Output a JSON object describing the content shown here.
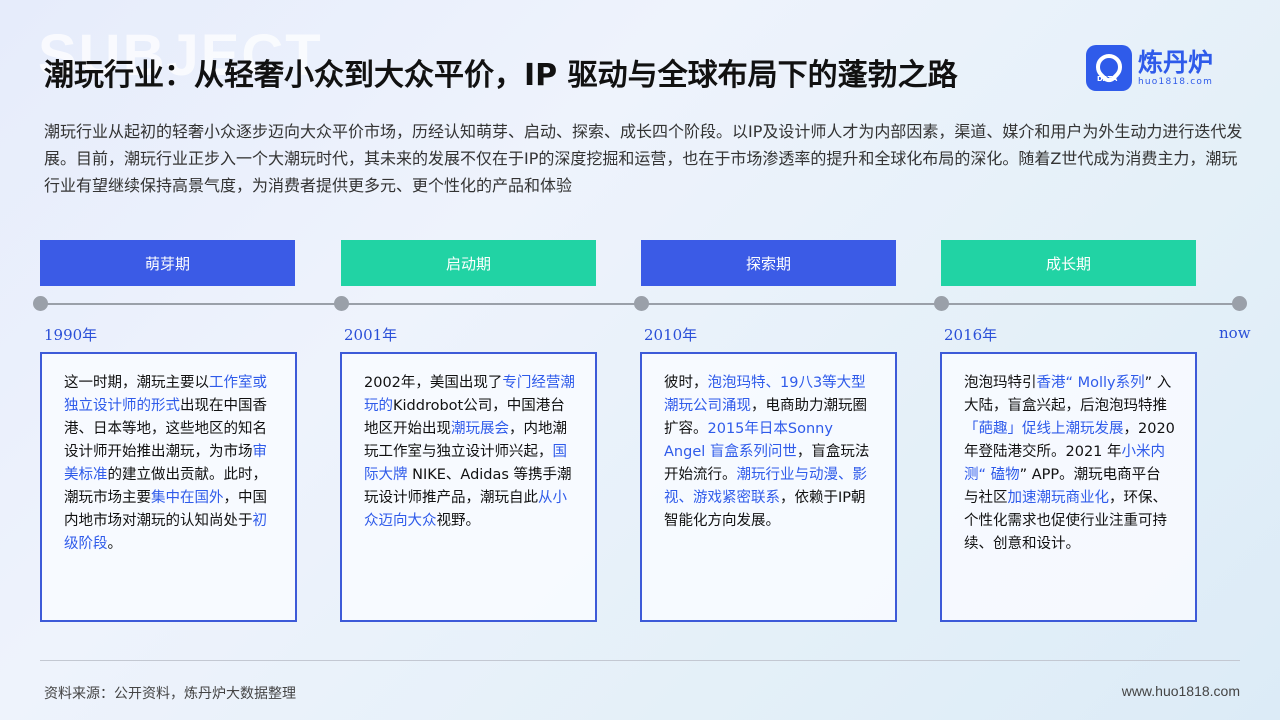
{
  "header": {
    "ghost_text": "SUBJECT",
    "title": "潮玩行业：从轻奢小众到大众平价，IP 驱动与全球布局下的蓬勃之路"
  },
  "logo": {
    "name": "炼丹炉",
    "url": "huo1818.com",
    "badge_text": "DATA"
  },
  "intro": "潮玩行业从起初的轻奢小众逐步迈向大众平价市场，历经认知萌芽、启动、探索、成长四个阶段。以IP及设计师人才为内部因素，渠道、媒介和用户为外生动力进行迭代发展。目前，潮玩行业正步入一个大潮玩时代，其未来的发展不仅在于IP的深度挖掘和运营，也在于市场渗透率的提升和全球化布局的深化。随着Z世代成为消费主力，潮玩行业有望继续保持高景气度，为消费者提供更多元、更个性化的产品和体验",
  "timeline": {
    "end_label": "now",
    "phases": [
      {
        "name": "萌芽期",
        "year": "1990年",
        "color": "#3b5be6",
        "segments": [
          {
            "t": "这一时期，潮玩主要以"
          },
          {
            "t": "工作室或独立设计师的形式",
            "hl": true
          },
          {
            "t": "出现在中国香港、日本等地，这些地区的知名设计师开始推出潮玩，为市场"
          },
          {
            "t": "审美标准",
            "hl": true
          },
          {
            "t": "的建立做出贡献。此时，潮玩市场主要"
          },
          {
            "t": "集中在国外",
            "hl": true
          },
          {
            "t": "，中国内地市场对潮玩的认知尚处于"
          },
          {
            "t": "初级阶段",
            "hl": true
          },
          {
            "t": "。"
          }
        ]
      },
      {
        "name": "启动期",
        "year": "2001年",
        "color": "#21d3a4",
        "segments": [
          {
            "t": "2002年，美国出现了"
          },
          {
            "t": "专门经营潮玩的",
            "hl": true
          },
          {
            "t": "Kiddrobot公司，中国港台地区开始出现"
          },
          {
            "t": "潮玩展会",
            "hl": true
          },
          {
            "t": "，内地潮玩工作室与独立设计师兴起，"
          },
          {
            "t": "国际大牌",
            "hl": true
          },
          {
            "t": " NIKE、Adidas 等携手潮玩设计师推产品，潮玩自此"
          },
          {
            "t": "从小众迈向大众",
            "hl": true
          },
          {
            "t": "视野。"
          }
        ]
      },
      {
        "name": "探索期",
        "year": "2010年",
        "color": "#3b5be6",
        "segments": [
          {
            "t": "彼时，"
          },
          {
            "t": "泡泡玛特、19八3等大型潮玩公司涌现",
            "hl": true
          },
          {
            "t": "，电商助力潮玩圈扩容。"
          },
          {
            "t": "2015年日本Sonny Angel 盲盒系列问世",
            "hl": true
          },
          {
            "t": "，盲盒玩法开始流行。"
          },
          {
            "t": "潮玩行业与动漫、影视、游戏紧密联系",
            "hl": true
          },
          {
            "t": "，依赖于IP朝智能化方向发展。"
          }
        ]
      },
      {
        "name": "成长期",
        "year": "2016年",
        "color": "#21d3a4",
        "segments": [
          {
            "t": "泡泡玛特引"
          },
          {
            "t": "香港“ Molly系列",
            "hl": true
          },
          {
            "t": "” 入大陆，盲盒兴起，后泡泡玛特推"
          },
          {
            "t": "「葩趣」促线上潮玩发展",
            "hl": true
          },
          {
            "t": "，2020年登陆港交所。2021 年"
          },
          {
            "t": "小米内测“ 磕物",
            "hl": true
          },
          {
            "t": "” APP。潮玩电商平台与社区"
          },
          {
            "t": "加速潮玩商业化",
            "hl": true
          },
          {
            "t": "，环保、个性化需求也促使行业注重可持续、创意和设计。"
          }
        ]
      }
    ]
  },
  "footer": {
    "source": "资料来源：公开资料，炼丹炉大数据整理",
    "site": "www.huo1818.com"
  }
}
